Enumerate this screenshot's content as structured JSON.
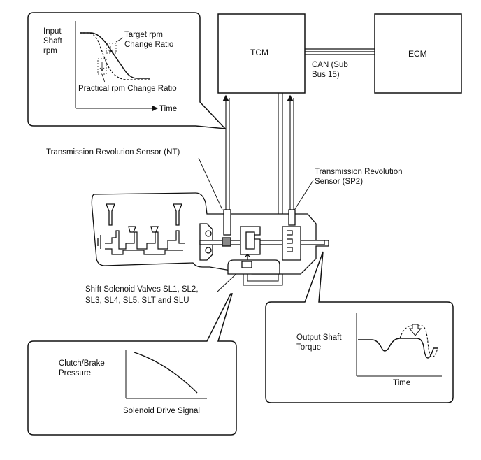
{
  "modules": {
    "tcm": "TCM",
    "ecm": "ECM"
  },
  "can_label_line1": "CAN (Sub",
  "can_label_line2": "Bus 15)",
  "rpm_graph": {
    "ylabel_line1": "Input",
    "ylabel_line2": "Shaft",
    "ylabel_line3": "rpm",
    "target_line1": "Target rpm",
    "target_line2": "Change Ratio",
    "practical": "Practical rpm Change Ratio",
    "xlabel": "Time"
  },
  "sensors": {
    "nt": "Transmission Revolution Sensor (NT)",
    "sp2_line1": "Transmission Revolution",
    "sp2_line2": "Sensor (SP2)"
  },
  "solenoids": {
    "line1": "Shift Solenoid Valves SL1, SL2,",
    "line2": "SL3, SL4, SL5, SLT and SLU"
  },
  "torque_graph": {
    "ylabel_line1": "Output Shaft",
    "ylabel_line2": "Torque",
    "xlabel": "Time"
  },
  "pressure_graph": {
    "ylabel_line1": "Clutch/Brake",
    "ylabel_line2": "Pressure",
    "xlabel": "Solenoid Drive Signal"
  }
}
